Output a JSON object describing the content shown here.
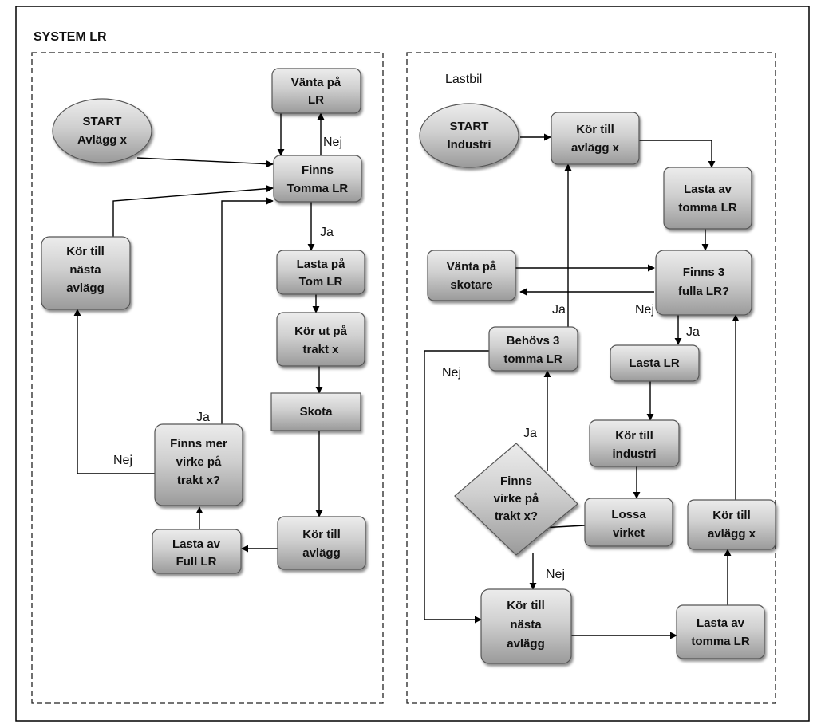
{
  "title": "SYSTEM LR",
  "right_panel_label": "Lastbil",
  "colors": {
    "box_top": "#ececec",
    "box_bottom": "#9a9a9a",
    "line": "#000000"
  },
  "left": {
    "start": [
      "START",
      "Avlägg x"
    ],
    "wait_lr": [
      "Vänta på",
      "LR"
    ],
    "empty_lr": [
      "Finns",
      "Tomma LR"
    ],
    "load_empty": [
      "Lasta på",
      "Tom LR"
    ],
    "drive_out": [
      "Kör ut på",
      "trakt x"
    ],
    "skota": [
      "Skota"
    ],
    "drive_landing": [
      "Kör till",
      "avlägg"
    ],
    "unload_full": [
      "Lasta av",
      "Full LR"
    ],
    "more_wood": [
      "Finns mer",
      "virke på",
      "trakt x?"
    ],
    "next_landing": [
      "Kör till",
      "nästa",
      "avlägg"
    ]
  },
  "right": {
    "start": [
      "START",
      "Industri"
    ],
    "drive_landing": [
      "Kör till",
      "avlägg x"
    ],
    "unload_empty": [
      "Lasta av",
      "tomma LR"
    ],
    "wait_forwarder": [
      "Vänta på",
      "skotare"
    ],
    "three_full": [
      "Finns 3",
      "fulla LR?"
    ],
    "need_three": [
      "Behövs 3",
      "tomma LR"
    ],
    "load_lr": [
      "Lasta LR"
    ],
    "drive_industry": [
      "Kör till",
      "industri"
    ],
    "more_wood": [
      "Finns",
      "virke på",
      "trakt x?"
    ],
    "unload_wood": [
      "Lossa",
      "virket"
    ],
    "drive_landing2": [
      "Kör till",
      "avlägg x"
    ],
    "next_landing": [
      "Kör till",
      "nästa",
      "avlägg"
    ],
    "unload_empty2": [
      "Lasta av",
      "tomma LR"
    ]
  },
  "edge_labels": {
    "yes": "Ja",
    "no": "Nej"
  }
}
